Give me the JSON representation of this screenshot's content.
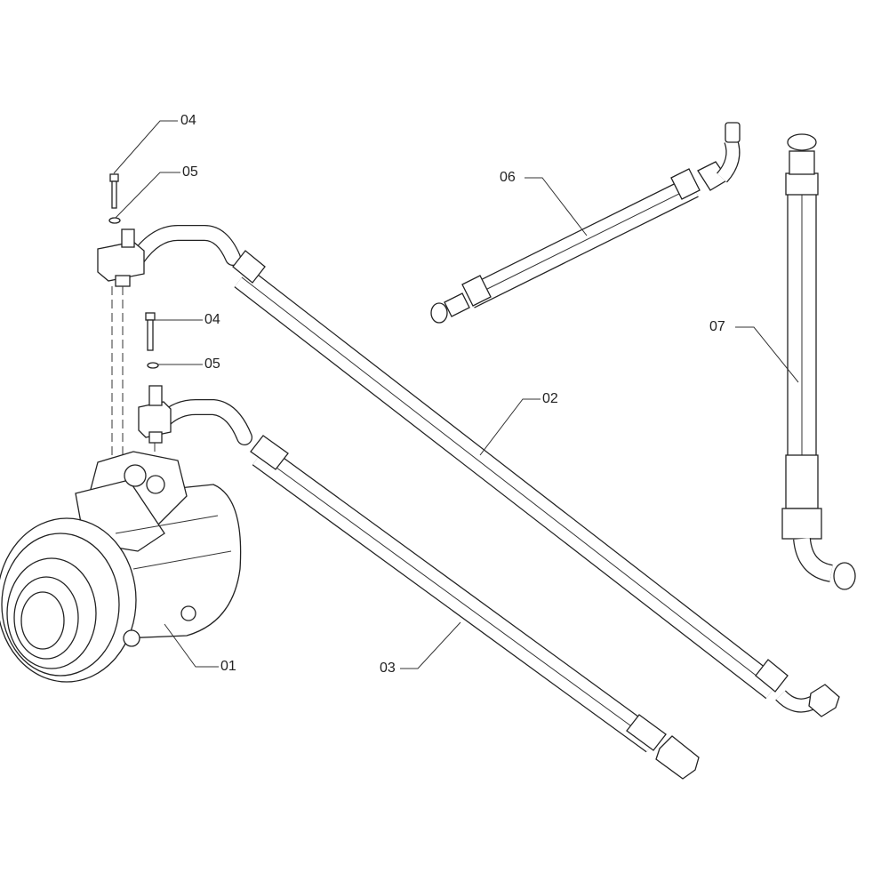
{
  "diagram": {
    "callouts": [
      {
        "id": "label-04-upper",
        "text": "04"
      },
      {
        "id": "label-05-upper",
        "text": "05"
      },
      {
        "id": "label-04-lower",
        "text": "04"
      },
      {
        "id": "label-05-lower",
        "text": "05"
      },
      {
        "id": "label-06",
        "text": "06"
      },
      {
        "id": "label-07",
        "text": "07"
      },
      {
        "id": "label-02",
        "text": "02"
      },
      {
        "id": "label-01",
        "text": "01"
      },
      {
        "id": "label-03",
        "text": "03"
      }
    ],
    "line_color": "#222222"
  }
}
